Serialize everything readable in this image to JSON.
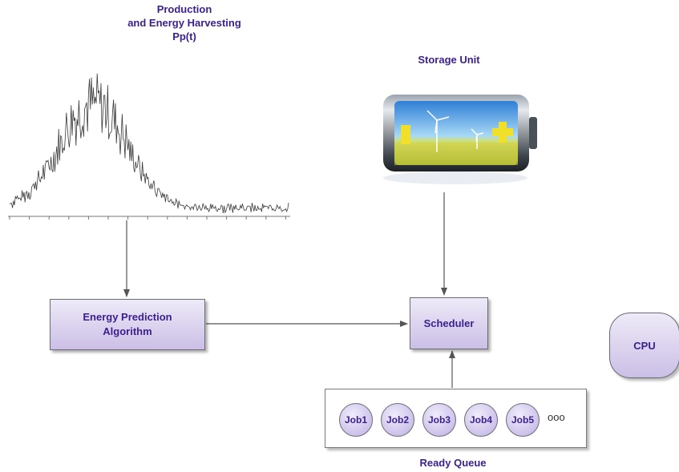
{
  "production": {
    "title_line1": "Production",
    "title_line2": "and Energy Harvesting",
    "title_line3": "Pp(t)"
  },
  "storage": {
    "label": "Storage Unit"
  },
  "energy_prediction": {
    "line1": "Energy Prediction",
    "line2": "Algorithm"
  },
  "scheduler": {
    "label": "Scheduler"
  },
  "cpu": {
    "label": "CPU"
  },
  "ready_queue": {
    "label": "Ready Queue",
    "jobs": [
      "Job1",
      "Job2",
      "Job3",
      "Job4",
      "Job5"
    ],
    "more": "ooo"
  },
  "colors": {
    "text": "#3b1f8f",
    "box_top": "#eeeaf8",
    "box_bottom": "#cbbfe6",
    "arrow": "#555555",
    "signal": "#3a3a3a"
  },
  "icons": {
    "battery": "battery-with-wind-turbines-icon",
    "signal": "energy-harvesting-signal-plot"
  }
}
